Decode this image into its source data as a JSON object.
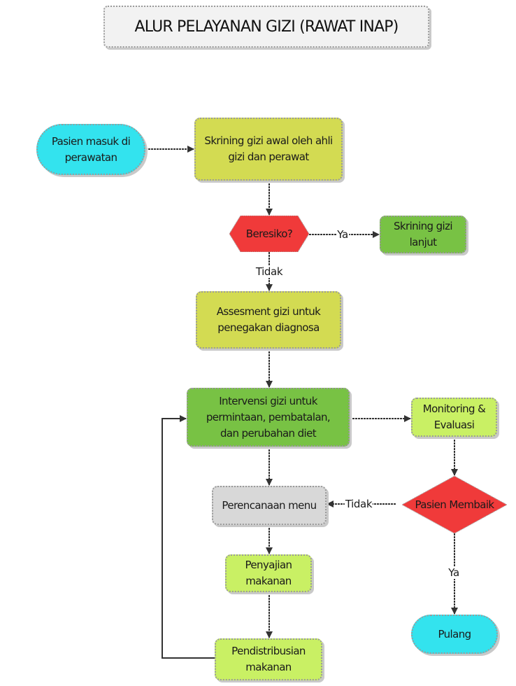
{
  "title": "ALUR PELAYANAN GIZI (RAWAT INAP)",
  "nodes": {
    "pasien_masuk": "Pasien masuk di perawatan",
    "skrining_awal": "Skrining gizi awal oleh ahli gizi dan perawat",
    "beresiko": "Beresiko?",
    "skrining_lanjut": "Skrining gizi lanjut",
    "assesment": "Assesment gizi untuk penegakan diagnosa",
    "intervensi": "Intervensi gizi untuk permintaan, pembatalan, dan perubahan diet",
    "monitoring": "Monitoring & Evaluasi",
    "perencanaan": "Perencanaan menu",
    "pasien_membaik": "Pasien Membaik",
    "penyajian": "Penyajian makanan",
    "pendistribusian": "Pendistribusian makanan",
    "pulang": "Pulang"
  },
  "edge_labels": {
    "beresiko_ya": "Ya",
    "beresiko_tidak": "Tidak",
    "membaik_tidak": "Tidak",
    "membaik_ya": "Ya"
  },
  "colors": {
    "cyan": "#33e3ee",
    "yellow_green": "#d3db52",
    "red": "#f03a3a",
    "green": "#78c244",
    "light_green": "#c9f064",
    "gray": "#d8d8d8"
  }
}
